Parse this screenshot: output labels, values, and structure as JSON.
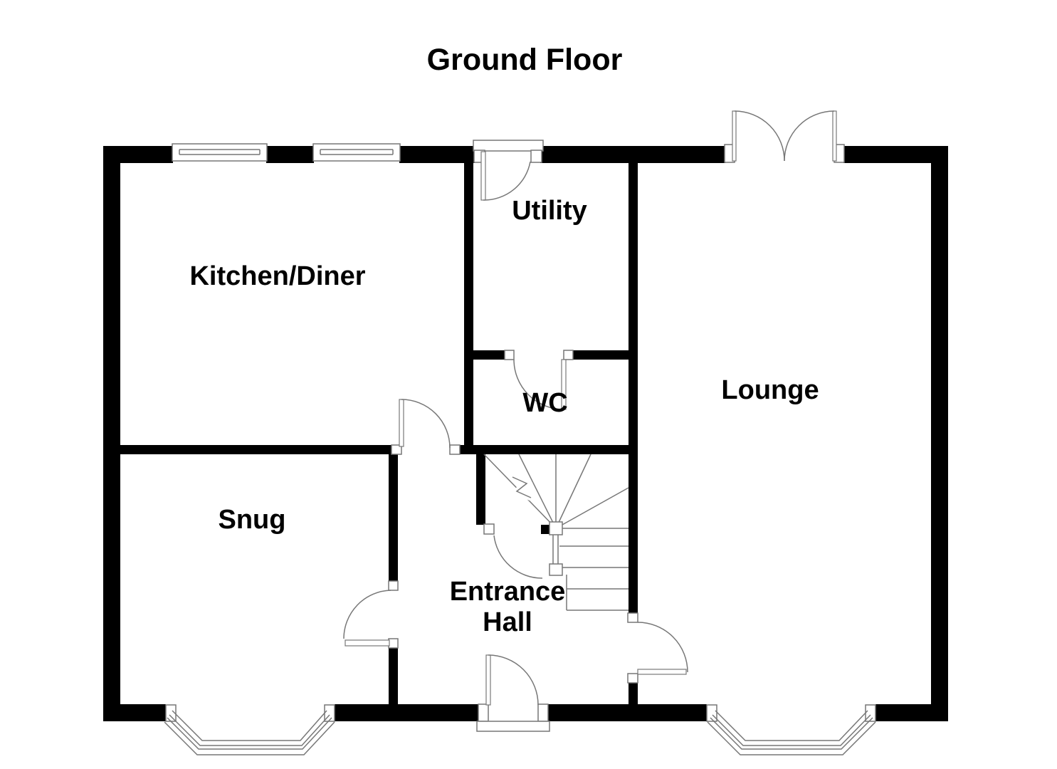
{
  "title": "Ground Floor",
  "rooms": {
    "kitchen": {
      "label": "Kitchen/Diner"
    },
    "utility": {
      "label": "Utility"
    },
    "wc": {
      "label": "WC"
    },
    "lounge": {
      "label": "Lounge"
    },
    "snug": {
      "label": "Snug"
    },
    "hall": {
      "label": "Entrance Hall",
      "line1": "Entrance",
      "line2": "Hall"
    }
  },
  "colors": {
    "background": "#ffffff",
    "wall": "#000000",
    "symbol_line": "#777777",
    "text": "#000000"
  }
}
